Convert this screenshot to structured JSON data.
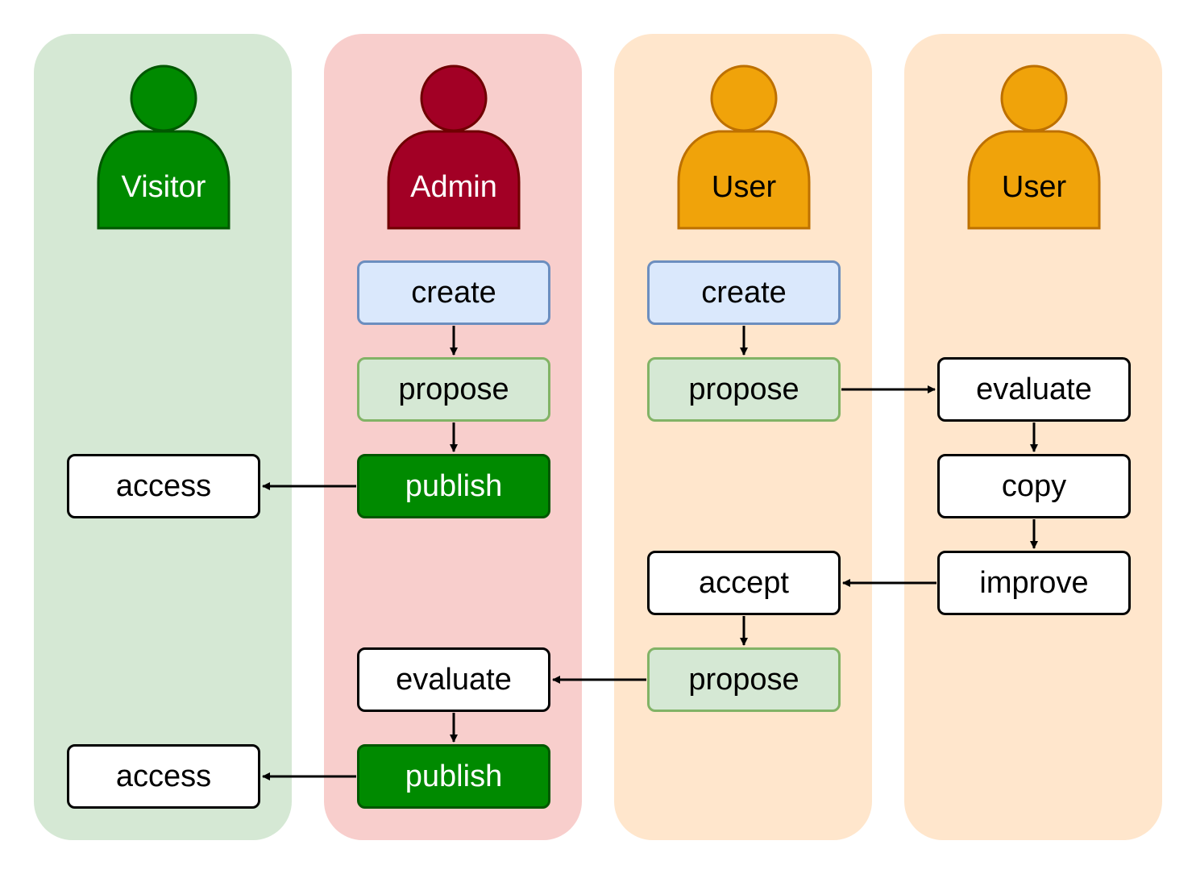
{
  "colors": {
    "visitor_lane": "#d5e8d4",
    "admin_lane": "#f8cecc",
    "user_lane": "#ffe6cc",
    "visitor_actor": "#008a00",
    "admin_actor": "#a20025",
    "user_actor": "#f0a30a"
  },
  "lanes": [
    {
      "actor": "Visitor"
    },
    {
      "actor": "Admin"
    },
    {
      "actor": "User"
    },
    {
      "actor": "User"
    }
  ],
  "steps": {
    "admin_create": "create",
    "admin_propose": "propose",
    "admin_publish_1": "publish",
    "visitor_access_1": "access",
    "user_create": "create",
    "user_propose_1": "propose",
    "user2_evaluate": "evaluate",
    "user2_copy": "copy",
    "user2_improve": "improve",
    "user_accept": "accept",
    "user_propose_2": "propose",
    "admin_evaluate": "evaluate",
    "admin_publish_2": "publish",
    "visitor_access_2": "access"
  }
}
